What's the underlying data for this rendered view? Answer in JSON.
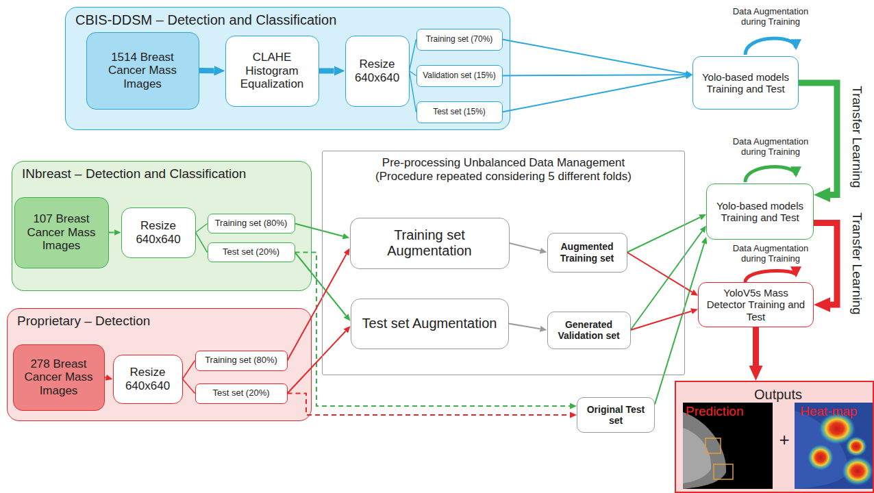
{
  "diagram": {
    "nodes": [
      {
        "text": [
          "CBIS-DDSM – Detection and Classification"
        ]
      },
      {
        "text": [
          "1514 Breast Cancer Mass Images"
        ],
        "in": 0
      },
      {
        "text": [
          "CLAHE Histogram Equalization"
        ],
        "in": 0
      },
      {
        "text": [
          "Resize 640x640"
        ],
        "in": 0
      },
      {
        "text": [
          "Training set (70%)"
        ],
        "in": 0
      },
      {
        "text": [
          "Validation set (15%)"
        ],
        "in": 0
      },
      {
        "text": [
          "Test set (15%)"
        ],
        "in": 0
      },
      {
        "text": [
          "Yolo-based models Training and Test"
        ]
      },
      {
        "text": [
          "INbreast – Detection and Classification"
        ]
      },
      {
        "text": [
          "107 Breast Cancer Mass Images"
        ],
        "in": 8
      },
      {
        "text": [
          "Resize 640x640"
        ],
        "in": 8
      },
      {
        "text": [
          "Training set (80%)"
        ],
        "in": 8
      },
      {
        "text": [
          "Test set (20%)"
        ],
        "in": 8
      },
      {
        "text": [
          "Proprietary – Detection"
        ]
      },
      {
        "text": [
          "278 Breast Cancer Mass Images"
        ],
        "in": 13
      },
      {
        "text": [
          "Resize 640x640"
        ],
        "in": 13
      },
      {
        "text": [
          "Training set (80%)"
        ],
        "in": 13
      },
      {
        "text": [
          "Test set (20%)"
        ],
        "in": 13
      },
      {
        "text": [
          "Pre-processing Unbalanced Data Management (Procedure repeated considering 5 different folds)"
        ]
      },
      {
        "text": [
          "Training set Augmentation"
        ],
        "in": 18
      },
      {
        "text": [
          "Augmented Training set"
        ],
        "in": 18
      },
      {
        "text": [
          "Test set Augmentation"
        ],
        "in": 18
      },
      {
        "text": [
          "Generated Validation set"
        ],
        "in": 18
      },
      {
        "text": [
          "Yolo-based models Training and Test"
        ]
      },
      {
        "text": [
          "YoloV5s Mass Detector Training and Test"
        ]
      },
      {
        "text": [
          "Original Test set"
        ]
      },
      {
        "text": [
          "Outputs"
        ]
      }
    ],
    "edges": [
      {
        "from": 1,
        "to": 2,
        "arrow": "to"
      },
      {
        "from": 2,
        "to": 3,
        "arrow": "to"
      },
      {
        "from": 3,
        "to": 4,
        "arrow": "none"
      },
      {
        "from": 3,
        "to": 5,
        "arrow": "none"
      },
      {
        "from": 3,
        "to": 6,
        "arrow": "none"
      },
      {
        "from": 4,
        "to": 7,
        "arrow": "to"
      },
      {
        "from": 5,
        "to": 7,
        "arrow": "to"
      },
      {
        "from": 6,
        "to": 7,
        "arrow": "to"
      },
      {
        "from": 7,
        "to": 23,
        "arrow": "to"
      },
      {
        "from": 9,
        "to": 10,
        "arrow": "to"
      },
      {
        "from": 10,
        "to": 11,
        "arrow": "none"
      },
      {
        "from": 10,
        "to": 12,
        "arrow": "none"
      },
      {
        "from": 11,
        "to": 19,
        "arrow": "to"
      },
      {
        "from": 12,
        "to": 21,
        "arrow": "to"
      },
      {
        "from": 12,
        "to": 25,
        "arrow": "to"
      },
      {
        "from": 14,
        "to": 15,
        "arrow": "to"
      },
      {
        "from": 15,
        "to": 16,
        "arrow": "none"
      },
      {
        "from": 15,
        "to": 17,
        "arrow": "none"
      },
      {
        "from": 16,
        "to": 19,
        "arrow": "to"
      },
      {
        "from": 17,
        "to": 21,
        "arrow": "to"
      },
      {
        "from": 17,
        "to": 25,
        "arrow": "to"
      },
      {
        "from": 19,
        "to": 20,
        "arrow": "to"
      },
      {
        "from": 21,
        "to": 22,
        "arrow": "to"
      },
      {
        "from": 20,
        "to": 23,
        "arrow": "to"
      },
      {
        "from": 22,
        "to": 23,
        "arrow": "to"
      },
      {
        "from": 25,
        "to": 23,
        "arrow": "to"
      },
      {
        "from": 20,
        "to": 24,
        "arrow": "to"
      },
      {
        "from": 22,
        "to": 24,
        "arrow": "to"
      },
      {
        "from": 23,
        "to": 24,
        "arrow": "to"
      },
      {
        "from": 24,
        "to": 26,
        "arrow": "to"
      }
    ],
    "labels": [
      "Data Augmentation during Training",
      "Transfer Learning",
      "Data Augmentation during Training",
      "Data Augmentation during Training",
      "Transfer Learning",
      "Prediction",
      "+",
      "Heat-map"
    ]
  }
}
